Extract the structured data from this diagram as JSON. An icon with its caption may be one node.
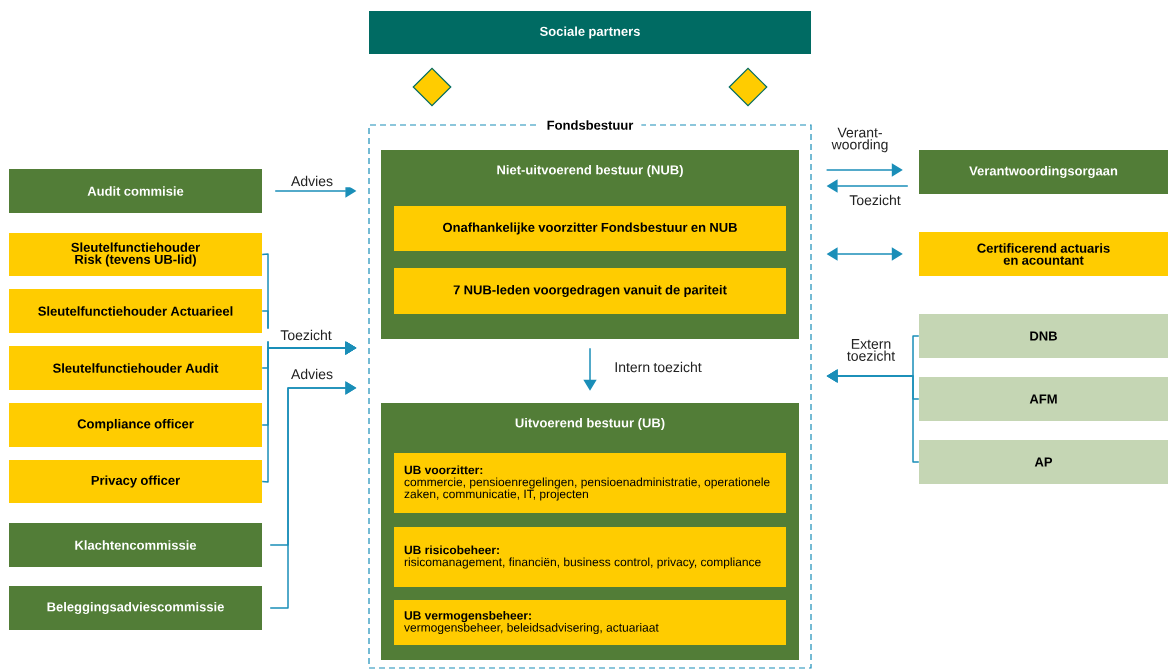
{
  "diagram": {
    "nodes": [
      {
        "text": [
          "Sociale partners"
        ]
      },
      {
        "text": [],
        "shape": "diamond"
      },
      {
        "text": [],
        "shape": "diamond"
      },
      {
        "text": [
          "Fondsbestuur"
        ]
      },
      {
        "text": [
          "Niet-uitvoerend bestuur  (NUB)"
        ],
        "in": 3
      },
      {
        "text": [
          "Onafhankelijke voorzitter Fondsbestuur en NUB"
        ],
        "in": 4
      },
      {
        "text": [
          "7 NUB-leden voorgedragen vanuit de pariteit"
        ],
        "in": 4
      },
      {
        "text": [
          "Uitvoerend bestuur  (UB)"
        ],
        "in": 3
      },
      {
        "text": [
          "UB voorzitter:",
          "commercie, pensioenregelingen, pensioenadministratie, operationele zaken, communicatie, IT, projecten"
        ],
        "in": 7
      },
      {
        "text": [
          "UB risicobeheer:",
          "risicomanagement, financiën, business control, privacy, compliance"
        ],
        "in": 7
      },
      {
        "text": [
          "UB vermogensbeheer:",
          "vermogensbeheer, beleidsadvisering, actuariaat"
        ],
        "in": 7
      },
      {
        "text": [
          "Audit commisie"
        ]
      },
      {
        "text": [
          "Sleutelfunctiehouder Risk (tevens UB-lid)"
        ]
      },
      {
        "text": [
          "Sleutelfunctiehouder Actuarieel"
        ]
      },
      {
        "text": [
          "Sleutelfunctiehouder Audit"
        ]
      },
      {
        "text": [
          "Compliance officer"
        ]
      },
      {
        "text": [
          "Privacy officer"
        ]
      },
      {
        "text": [
          "Klachtencommissie"
        ]
      },
      {
        "text": [
          "Beleggingsadviescommissie"
        ]
      },
      {
        "text": [
          "Verantwoordingsorgaan"
        ]
      },
      {
        "text": [
          "Certificerend actuaris en acountant"
        ]
      },
      {
        "text": [
          "DNB"
        ]
      },
      {
        "text": [
          "AFM"
        ]
      },
      {
        "text": [
          "AP"
        ]
      }
    ],
    "edges": [
      {
        "from": 11,
        "to": 3,
        "arrow": "to",
        "label": "Advies"
      },
      {
        "from": 12,
        "to": 3,
        "arrow": "to",
        "label": "Toezicht"
      },
      {
        "from": 13,
        "to": 3,
        "arrow": "to"
      },
      {
        "from": 14,
        "to": 3,
        "arrow": "to"
      },
      {
        "from": 15,
        "to": 3,
        "arrow": "to"
      },
      {
        "from": 16,
        "to": 3,
        "arrow": "to"
      },
      {
        "from": 17,
        "to": 3,
        "arrow": "to",
        "label": "Advies"
      },
      {
        "from": 18,
        "to": 3,
        "arrow": "to"
      },
      {
        "from": 3,
        "to": 19,
        "arrow": "to",
        "label": "Verant- woording"
      },
      {
        "from": 19,
        "to": 3,
        "arrow": "to",
        "label": "Toezicht"
      },
      {
        "from": 3,
        "to": 20,
        "arrow": "both"
      },
      {
        "from": 21,
        "to": 3,
        "arrow": "to",
        "label": "Extern toezicht"
      },
      {
        "from": 22,
        "to": 3,
        "arrow": "to"
      },
      {
        "from": 23,
        "to": 3,
        "arrow": "to"
      },
      {
        "from": 4,
        "to": 7,
        "arrow": "to",
        "label": "Intern toezicht"
      }
    ]
  }
}
